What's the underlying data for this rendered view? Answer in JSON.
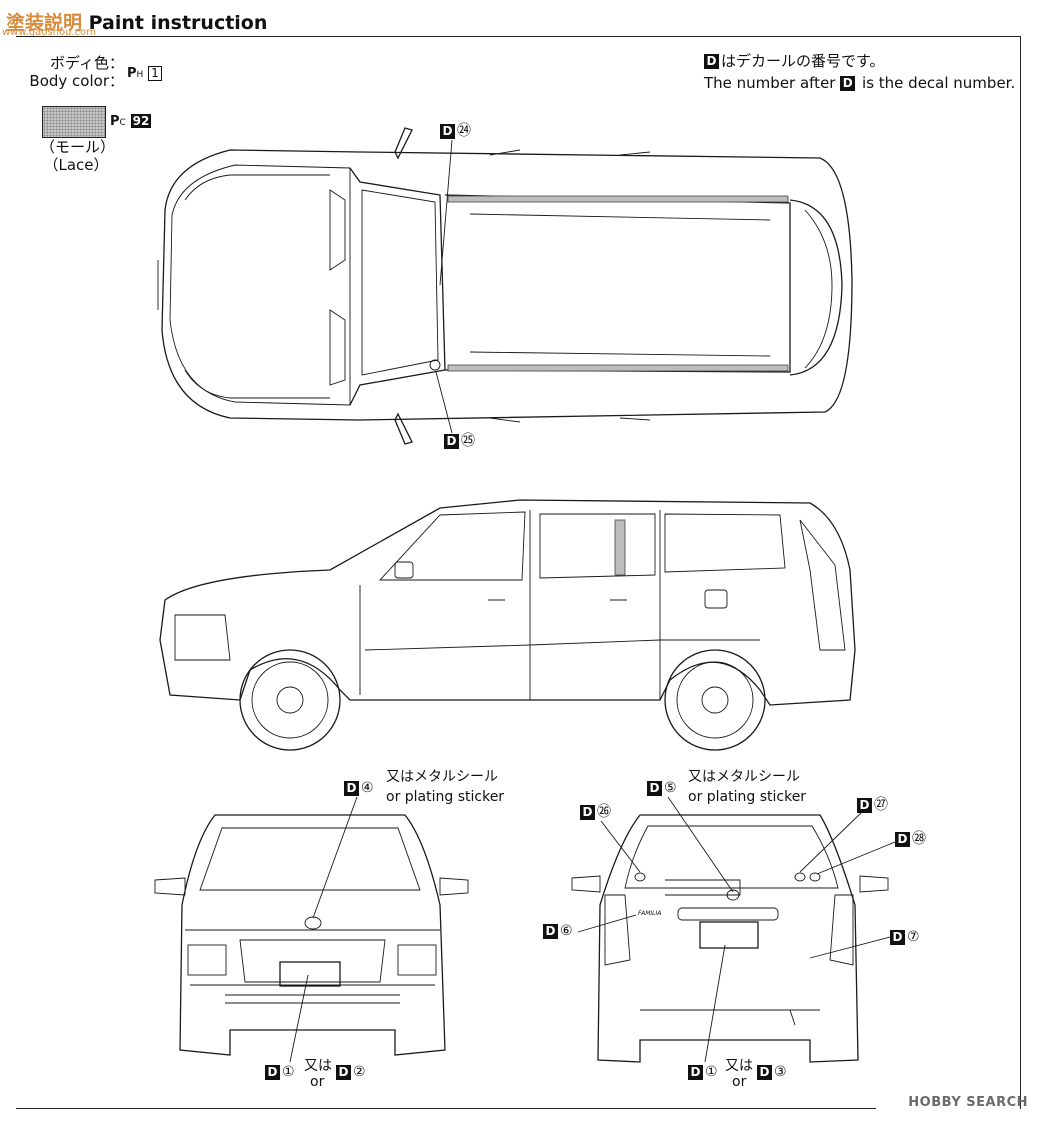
{
  "header": {
    "title_prefix": "塗装説明",
    "title_en": "Paint instruction",
    "watermark_url": "www.gaoshou.com"
  },
  "paint": {
    "body_color_ja": "ボディ色：",
    "body_color_en": "Body color：",
    "body_code_prefix": "P",
    "body_code_sub": "H",
    "body_code_num": "1",
    "lace_code_prefix": "P",
    "lace_code_sub": "C",
    "lace_code_num": "92",
    "lace_ja": "（モール）",
    "lace_en": "（Lace）",
    "swatch_color": "#c6c6c6"
  },
  "legend": {
    "d_letter": "D",
    "line1_ja": "はデカールの番号です。",
    "line2_prefix": "The number after",
    "line2_suffix": "is the decal number."
  },
  "decals": {
    "d24": "㉔",
    "d25": "㉕",
    "d4": "④",
    "d5": "⑤",
    "d26": "㉖",
    "d27": "㉗",
    "d28": "㉘",
    "d6": "⑥",
    "d7": "⑦",
    "d1": "①",
    "d2": "②",
    "d3": "③"
  },
  "callouts": {
    "metal_seal_ja": "又はメタルシール",
    "plating_sticker_en": "or plating sticker",
    "or_ja": "又は",
    "or_en": "or"
  },
  "plates": {
    "front": "FAMILIA",
    "rear": "FAMILIA",
    "rear_badge": "FAMILIA"
  },
  "footer": {
    "brand": "HOBBY SEARCH"
  }
}
